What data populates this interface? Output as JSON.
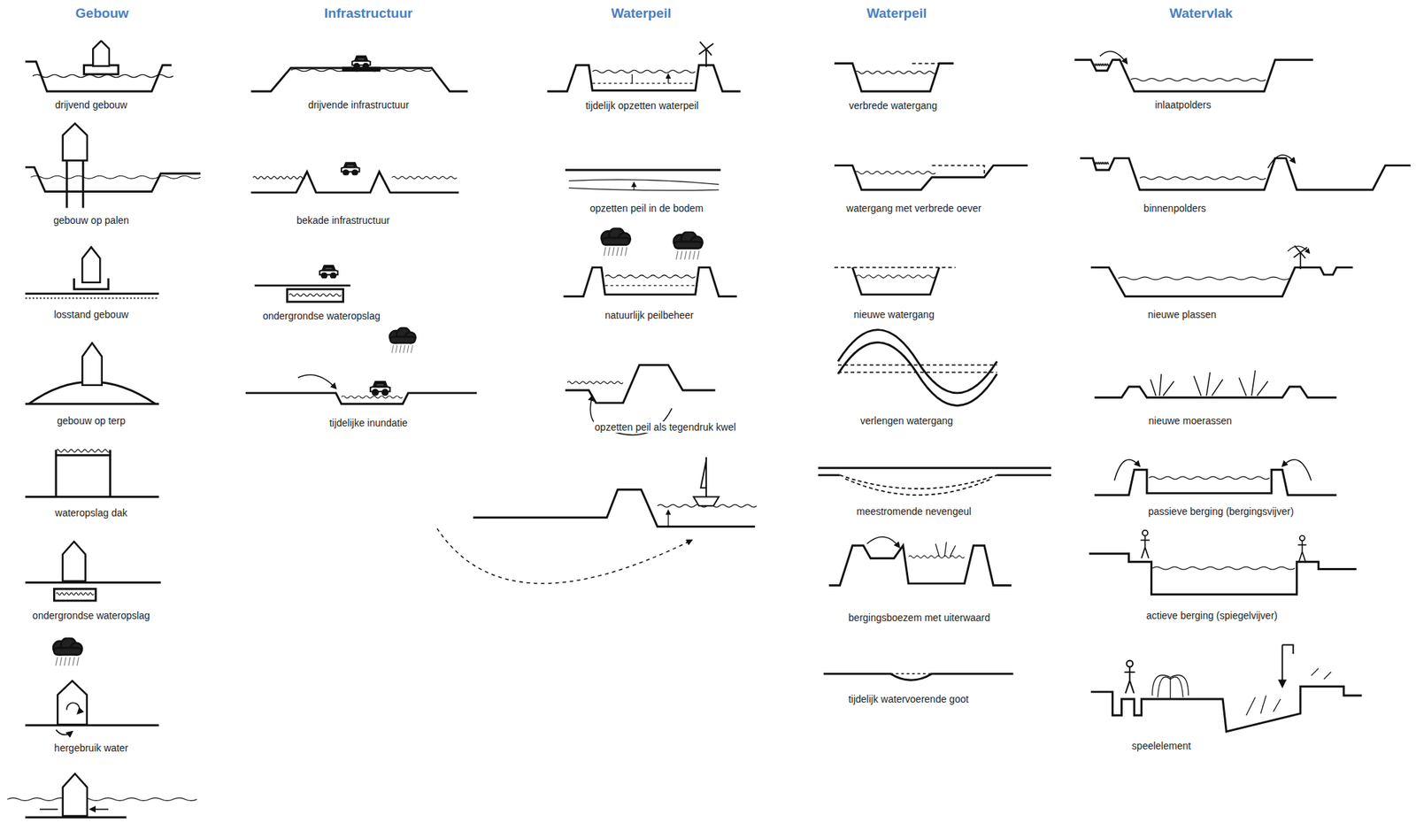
{
  "diagram": {
    "labels": [
      "Gebouw",
      "Infrastructuur",
      "Waterpeil",
      "Waterpeil",
      "Watervlak",
      "drijvend gebouw",
      "gebouw op palen",
      "losstand gebouw",
      "gebouw op terp",
      "wateropslag dak",
      "ondergrondse wateropslag",
      "hergebruik water",
      "drijvende infrastructuur",
      "bekade infrastructuur",
      "ondergrondse wateropslag",
      "tijdelijke inundatie",
      "tijdelijk opzetten waterpeil",
      "opzetten peil in de bodem",
      "natuurlijk peilbeheer",
      "opzetten peil als tegendruk kwel",
      "verbrede watergang",
      "watergang met verbrede oever",
      "nieuwe watergang",
      "verlengen watergang",
      "meestromende nevengeul",
      "bergingsboezem met uiterwaard",
      "tijdelijk watervoerende goot",
      "inlaatpolders",
      "binnenpolders",
      "nieuwe plassen",
      "nieuwe moerassen",
      "passieve berging (bergingsvijver)",
      "actieve berging (spiegelvijver)",
      "speelelement"
    ]
  }
}
